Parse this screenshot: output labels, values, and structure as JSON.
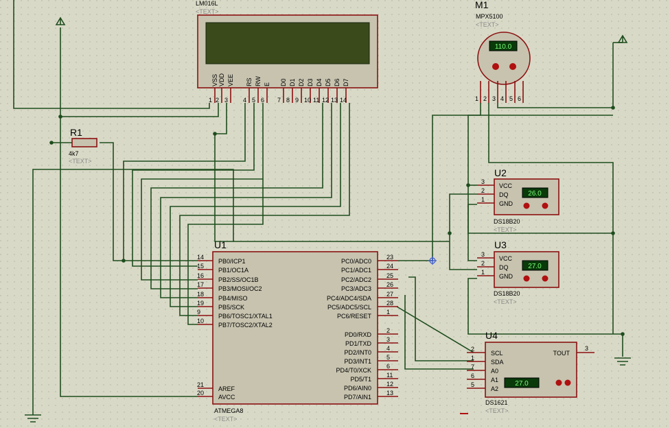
{
  "lcd": {
    "part": "LM016L",
    "text_tag": "<TEXT>",
    "pin_names": [
      "VSS",
      "VDD",
      "VEE",
      "RS",
      "RW",
      "E",
      "D0",
      "D1",
      "D2",
      "D3",
      "D4",
      "D5",
      "D6",
      "D7"
    ],
    "pin_numbers": [
      "1",
      "2",
      "3",
      "4",
      "5",
      "6",
      "7",
      "8",
      "9",
      "10",
      "11",
      "12",
      "13",
      "14"
    ]
  },
  "sensor": {
    "ref": "M1",
    "part": "MPX5100",
    "text_tag": "<TEXT>",
    "display": "110.0",
    "pin_numbers": [
      "1",
      "2",
      "3",
      "4",
      "5",
      "6"
    ]
  },
  "resistor": {
    "ref": "R1",
    "value": "4k7",
    "text_tag": "<TEXT>"
  },
  "u1": {
    "ref": "U1",
    "part": "ATMEGA8",
    "text_tag": "<TEXT>",
    "left_pins": [
      {
        "num": "14",
        "name": "PB0/ICP1"
      },
      {
        "num": "15",
        "name": "PB1/OC1A"
      },
      {
        "num": "16",
        "name": "PB2/SS/OC1B"
      },
      {
        "num": "17",
        "name": "PB3/MOSI/OC2"
      },
      {
        "num": "18",
        "name": "PB4/MISO"
      },
      {
        "num": "19",
        "name": "PB5/SCK"
      },
      {
        "num": "9",
        "name": "PB6/TOSC1/XTAL1"
      },
      {
        "num": "10",
        "name": "PB7/TOSC2/XTAL2"
      },
      {
        "num": "21",
        "name": "AREF"
      },
      {
        "num": "20",
        "name": "AVCC"
      }
    ],
    "right_pins": [
      {
        "num": "23",
        "name": "PC0/ADC0"
      },
      {
        "num": "24",
        "name": "PC1/ADC1"
      },
      {
        "num": "25",
        "name": "PC2/ADC2"
      },
      {
        "num": "26",
        "name": "PC3/ADC3"
      },
      {
        "num": "27",
        "name": "PC4/ADC4/SDA"
      },
      {
        "num": "28",
        "name": "PC5/ADC5/SCL"
      },
      {
        "num": "1",
        "name": "PC6/RESET"
      },
      {
        "num": "2",
        "name": "PD0/RXD"
      },
      {
        "num": "3",
        "name": "PD1/TXD"
      },
      {
        "num": "4",
        "name": "PD2/INT0"
      },
      {
        "num": "5",
        "name": "PD3/INT1"
      },
      {
        "num": "6",
        "name": "PD4/T0/XCK"
      },
      {
        "num": "11",
        "name": "PD5/T1"
      },
      {
        "num": "12",
        "name": "PD6/AIN0"
      },
      {
        "num": "13",
        "name": "PD7/AIN1"
      }
    ]
  },
  "u2": {
    "ref": "U2",
    "part": "DS18B20",
    "text_tag": "<TEXT>",
    "display": "26.0",
    "pins": [
      {
        "num": "3",
        "name": "VCC"
      },
      {
        "num": "2",
        "name": "DQ"
      },
      {
        "num": "1",
        "name": "GND"
      }
    ]
  },
  "u3": {
    "ref": "U3",
    "part": "DS18B20",
    "text_tag": "<TEXT>",
    "display": "27.0",
    "pins": [
      {
        "num": "3",
        "name": "VCC"
      },
      {
        "num": "2",
        "name": "DQ"
      },
      {
        "num": "1",
        "name": "GND"
      }
    ]
  },
  "u4": {
    "ref": "U4",
    "part": "DS1621",
    "text_tag": "<TEXT>",
    "display": "27.0",
    "left_pins": [
      {
        "num": "2",
        "name": "SCL"
      },
      {
        "num": "1",
        "name": "SDA"
      },
      {
        "num": "7",
        "name": "A0"
      },
      {
        "num": "6",
        "name": "A1"
      },
      {
        "num": "5",
        "name": "A2"
      }
    ],
    "right_pins": [
      {
        "num": "3",
        "name": "TOUT"
      }
    ]
  },
  "colors": {
    "background": "#d9d9c7",
    "wire": "#1e4d1e",
    "pin": "#8b1010",
    "body": "#c7c3af",
    "lcd_screen": "#3b4a1a",
    "display": "#0a3a0a"
  }
}
